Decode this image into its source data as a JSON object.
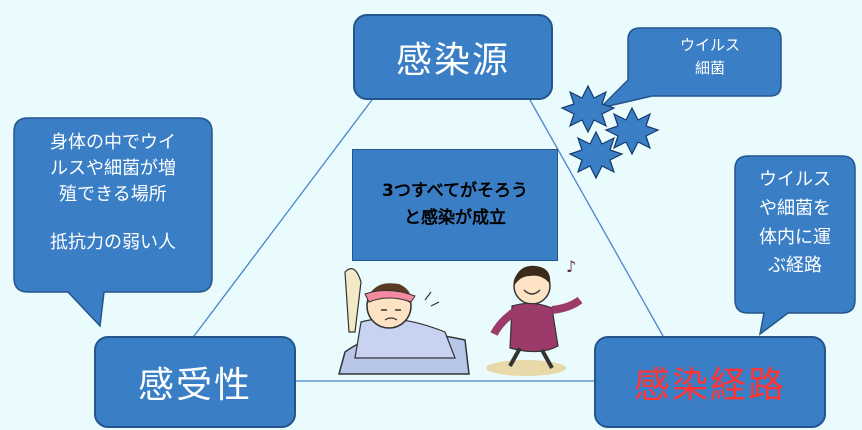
{
  "nodes": {
    "source": "感染源",
    "susceptibility": "感受性",
    "route": "感染経路"
  },
  "callouts": {
    "source_note_line1": "ウイルス",
    "source_note_line2": "細菌",
    "susceptibility_line1": "身体の中でウイ",
    "susceptibility_line2": "ルスや細菌が増",
    "susceptibility_line3": "殖できる場所",
    "susceptibility_line4": "抵抗力の弱い人",
    "route_line1": "ウイルス",
    "route_line2": "や細菌を",
    "route_line3": "体内に運",
    "route_line4": "ぶ経路"
  },
  "center": {
    "line1": "3つすべてがそろう",
    "line2": "と感染が成立"
  },
  "colors": {
    "background": "#e9fbfc",
    "box_fill": "#3a7fc6",
    "box_border": "#24558c",
    "route_text": "#ff3333"
  },
  "illustrations": [
    "sick-person-image",
    "dancing-woman-image",
    "virus-burst-icon"
  ]
}
